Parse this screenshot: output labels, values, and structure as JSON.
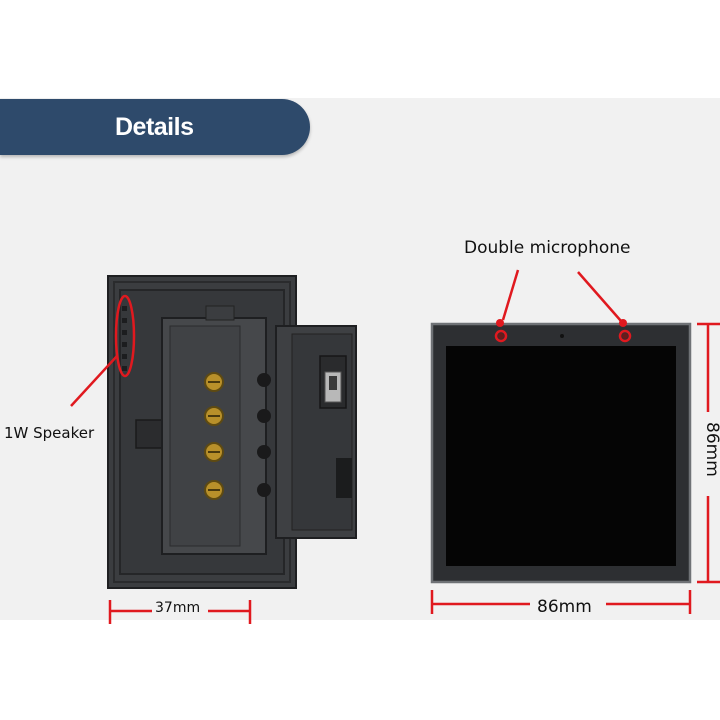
{
  "header": {
    "title": "Details"
  },
  "labels": {
    "microphone": "Double microphone",
    "speaker": "1W Speaker",
    "depth": "37mm",
    "width": "86mm",
    "height": "86mm"
  },
  "colors": {
    "header_bg": "#2e4a6b",
    "annotation": "#e0191f",
    "device": "#3a3c3f",
    "screen": "#050505"
  }
}
